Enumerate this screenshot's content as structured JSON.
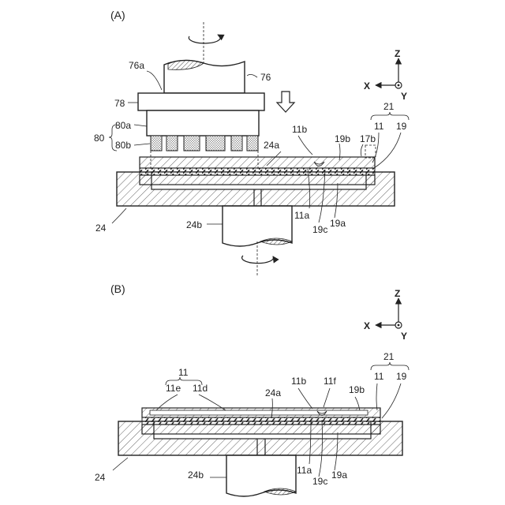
{
  "panel_a": {
    "title": "(A)",
    "axes": {
      "z": "Z",
      "x": "X",
      "y": "Y"
    },
    "labels": {
      "l76a": "76a",
      "l76": "76",
      "l78": "78",
      "l80": "80",
      "l80a": "80a",
      "l80b": "80b",
      "l21": "21",
      "l11b": "11b",
      "l11": "11",
      "l19": "19",
      "l24a": "24a",
      "l19b": "19b",
      "l17b": "17b",
      "l24": "24",
      "l24b": "24b",
      "l11a": "11a",
      "l19c": "19c",
      "l19a": "19a"
    }
  },
  "panel_b": {
    "title": "(B)",
    "axes": {
      "z": "Z",
      "x": "X",
      "y": "Y"
    },
    "labels": {
      "l11": "11",
      "l11e": "11e",
      "l11d": "11d",
      "l21": "21",
      "l11b": "11b",
      "l11f": "11f",
      "l11r": "11",
      "l19": "19",
      "l24a": "24a",
      "l19b": "19b",
      "l24": "24",
      "l24b": "24b",
      "l11a": "11a",
      "l19c": "19c",
      "l19a": "19a"
    }
  },
  "colors": {
    "ink": "#222222",
    "background": "#ffffff"
  }
}
